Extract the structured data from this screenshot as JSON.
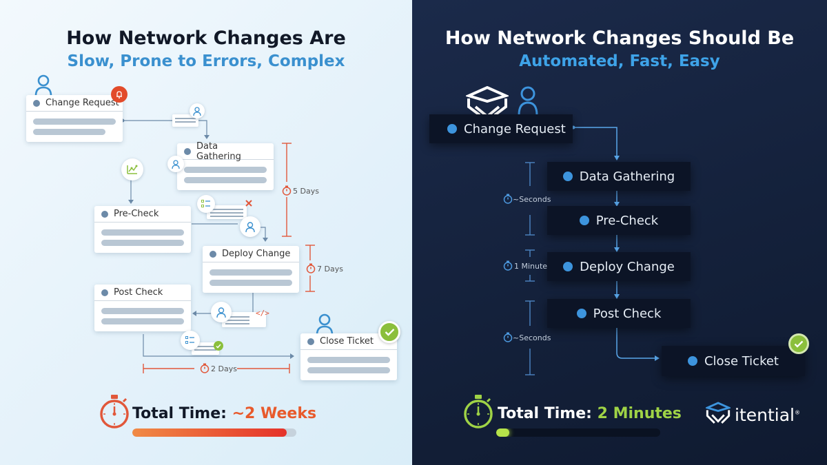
{
  "left": {
    "title": "How Network Changes Are",
    "subtitle": "Slow, Prone to Errors, Complex",
    "steps": {
      "change_request": "Change Request",
      "data_gathering": "Data Gathering",
      "pre_check": "Pre-Check",
      "deploy_change": "Deploy Change",
      "post_check": "Post Check",
      "close_ticket": "Close Ticket"
    },
    "durations": {
      "d1": "5 Days",
      "d2": "7 Days",
      "d3": "2 Days"
    },
    "total_label": "Total Time:",
    "total_value": "~2 Weeks",
    "progress_fraction": 0.94,
    "colors": {
      "accent": "#e85a2c",
      "subtitle": "#3a90cf"
    }
  },
  "right": {
    "title": "How Network Changes Should Be",
    "subtitle": "Automated, Fast, Easy",
    "steps": {
      "change_request": "Change Request",
      "data_gathering": "Data Gathering",
      "pre_check": "Pre-Check",
      "deploy_change": "Deploy Change",
      "post_check": "Post Check",
      "close_ticket": "Close Ticket"
    },
    "durations": {
      "d1": "~Seconds",
      "d2": "1 Minute",
      "d3": "~Seconds"
    },
    "total_label": "Total Time:",
    "total_value": "2 Minutes",
    "progress_fraction": 0.08,
    "colors": {
      "accent": "#9fd346",
      "subtitle": "#3ea3e8",
      "background": "#14213b"
    }
  },
  "brand": {
    "name": "itential",
    "mark": "®"
  },
  "icons": [
    "user-icon",
    "alarm-bell-icon",
    "chat-user-icon",
    "chart-icon",
    "checklist-icon",
    "error-x-icon",
    "code-icon",
    "check-badge-icon",
    "stopwatch-icon",
    "itential-logo-icon"
  ]
}
